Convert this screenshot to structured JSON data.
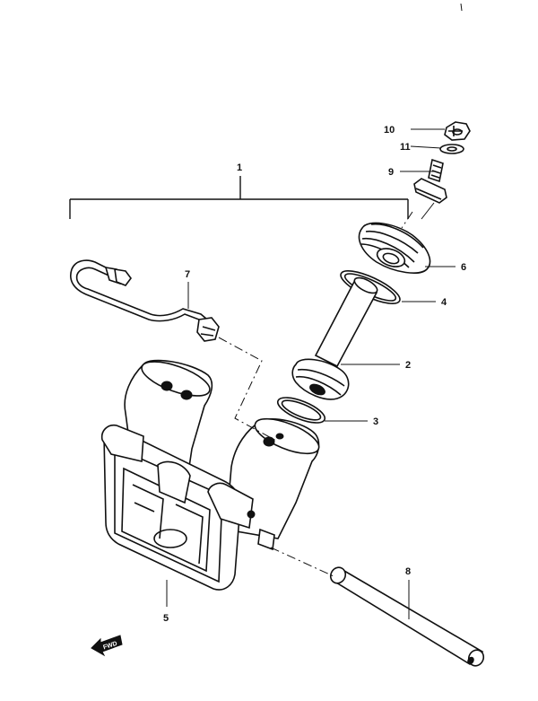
{
  "callouts": {
    "c1": "1",
    "c2": "2",
    "c3": "3",
    "c4": "4",
    "c5": "5",
    "c6": "6",
    "c7": "7",
    "c8": "8",
    "c9": "9",
    "c10": "10",
    "c11": "11"
  },
  "fwd_label": "FWD"
}
